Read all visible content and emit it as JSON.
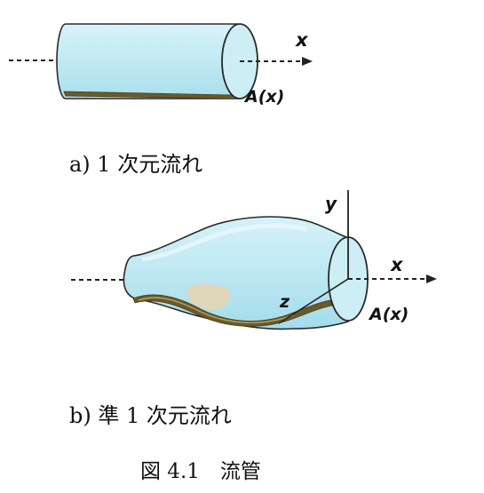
{
  "panel_a": {
    "axis_x_label": "x",
    "area_label": "A(x)",
    "caption": "a)  1 次元流れ"
  },
  "panel_b": {
    "axis_x_label": "x",
    "axis_y_label": "y",
    "axis_z_label": "z",
    "area_label": "A(x)",
    "caption": "b)  準 1 次元流れ"
  },
  "figure_caption": "図 4.1　流管",
  "colors": {
    "tube_fill": "#bfe9f2",
    "tube_highlight": "#e3f6fa",
    "tube_outline": "#2a2a2a",
    "streak": "#6b5a2a",
    "streak_light": "#c9b47a",
    "patch": "#e9d3b0"
  }
}
